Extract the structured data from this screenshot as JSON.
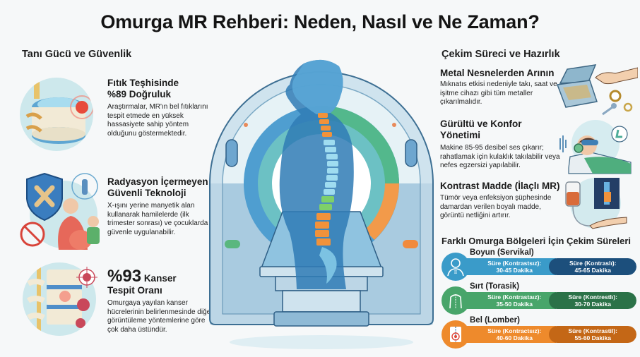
{
  "title": "Omurga MR Rehberi: Neden, Nasıl ve Ne Zaman?",
  "left_section": {
    "heading": "Tanı Gücü ve Güvenlik",
    "items": [
      {
        "icon": "herniated-disc-icon",
        "title_line1": "Fıtık Teşhisinde",
        "title_line2": "%89 Doğruluk",
        "body": "Araştırmalar, MR'ın bel fıtıklarını tespit etmede en yüksek hassasiyete sahip yöntem olduğunu göstermektedir."
      },
      {
        "icon": "radiation-free-icon",
        "title_line1": "Radyasyon İçermeyen",
        "title_line2": "Güvenli Teknoloji",
        "body": "X-ışını yerine manyetik alan kullanarak hamilelerde (ilk trimester sonrası) ve çocuklarda güvenle uygulanabilir."
      },
      {
        "icon": "cancer-detection-icon",
        "title_big": "%93",
        "title_line1": "Kanser",
        "title_line2": "Tespit Oranı",
        "body": "Omurgaya yayılan kanser hücrelerinin belirlenmesinde diğer görüntüleme yöntemlerine göre çok daha üstündür."
      }
    ]
  },
  "right_section": {
    "heading": "Çekim Süreci ve Hazırlık",
    "items": [
      {
        "icon": "metal-box-icon",
        "title": "Metal Nesnelerden Arının",
        "body": "Mıknatıs etkisi nedeniyle takı, saat ve işitme cihazı gibi tüm metaller çıkarılmalıdır."
      },
      {
        "icon": "headphones-comfort-icon",
        "title_line1": "Gürültü ve Konfor",
        "title_line2": "Yönetimi",
        "body": "Makine 85-95 desibel ses çıkarır; rahatlamak için kulaklık takılabilir veya nefes egzersizi yapılabilir."
      },
      {
        "icon": "iv-contrast-icon",
        "title": "Kontrast Madde (İlaçlı MR)",
        "body": "Tümör veya enfeksiyon şüphesinde damardan verilen boyalı madde, görüntü netliğini artırır."
      }
    ]
  },
  "durations": {
    "heading": "Farklı Omurga Bölgeleri İçin Çekim Süreleri",
    "rows": [
      {
        "region": "Boyun (Servikal)",
        "icon": "neck-icon",
        "without_label": "Süre (Kontrastsız):",
        "without_value": "30-45 Dakika",
        "with_label": "Süre (Kontraslı):",
        "with_value": "45-65 Dakika",
        "color_light": "#3a9bc9",
        "color_dark": "#1c4f7c"
      },
      {
        "region": "Sırt (Torasik)",
        "icon": "thoracic-back-icon",
        "without_label": "Süre (Kontrastaız):",
        "without_value": "35-50 Dakika",
        "with_label": "Süre (Kontrestlı):",
        "with_value": "30-70 Dakika",
        "color_light": "#48a56a",
        "color_dark": "#2b7248"
      },
      {
        "region": "Bel (Lomber)",
        "icon": "lumbar-icon",
        "without_label": "Süre (Kontractsız):",
        "without_value": "40-60 Dakika",
        "with_label": "Süre (Kontrastil):",
        "with_value": "55-60 Dakika",
        "color_light": "#ee8a2c",
        "color_dark": "#c46716"
      }
    ]
  },
  "center": {
    "illustration": "mri-machine-with-spine-icon"
  }
}
